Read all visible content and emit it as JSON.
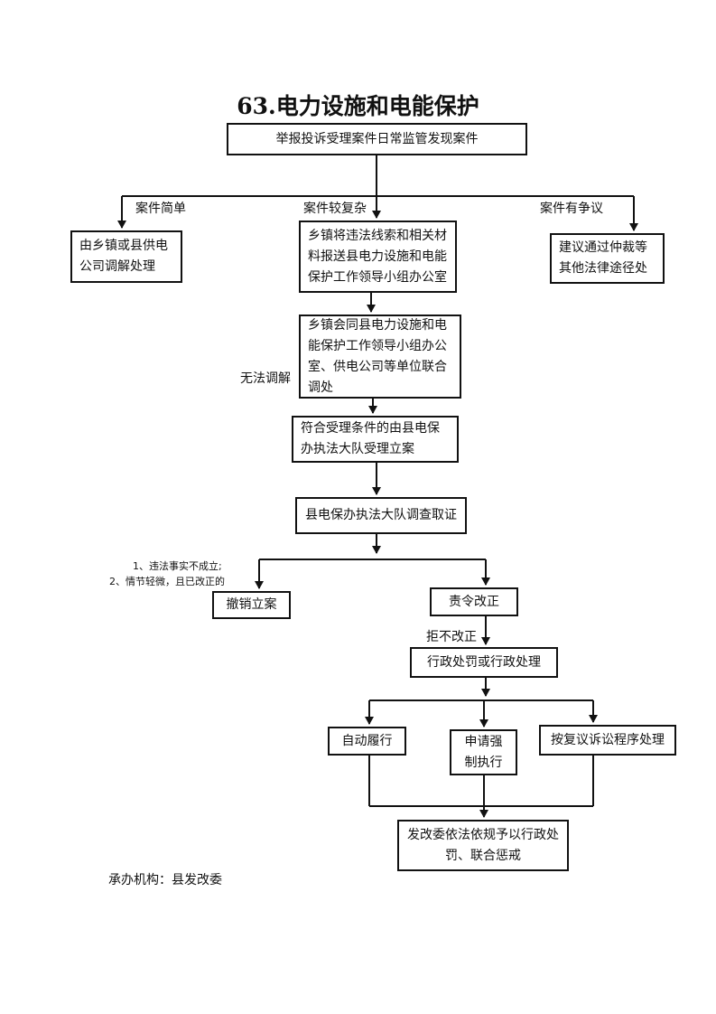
{
  "title": "63.电力设施和电能保护",
  "boxes": {
    "source": "举报投诉受理案件日常监管发现案件",
    "simple": "由乡镇或县供电公司调解处理",
    "report": "乡镇将违法线索和相关材料报送县电力设施和电能保护工作领导小组办公室",
    "dispute": "建议通过仲裁等其他法律途径处",
    "joint": "乡镇会同县电力设施和电能保护工作领导小组办公室、供电公司等单位联合调处",
    "file": "符合受理条件的由县电保办执法大队受理立案",
    "investigate": "县电保办执法大队调查取证",
    "revoke": "撤销立案",
    "order": "责令改正",
    "penalty": "行政处罚或行政处理",
    "auto": "自动履行",
    "force": "申请强制执行",
    "review": "按复议诉讼程序处理",
    "joint_punish": "发改委依法依规予以行政处罚、联合惩戒"
  },
  "labels": {
    "simple": "案件简单",
    "complex": "案件较复杂",
    "dispute": "案件有争议",
    "no_mediation": "无法调解",
    "cond1": "1、违法事实不成立;",
    "cond2": "2、情节轻微，且已改正的",
    "refuse": "拒不改正"
  },
  "footer": "承办机构：县发改委",
  "colors": {
    "line": "#111111",
    "background": "#ffffff"
  }
}
